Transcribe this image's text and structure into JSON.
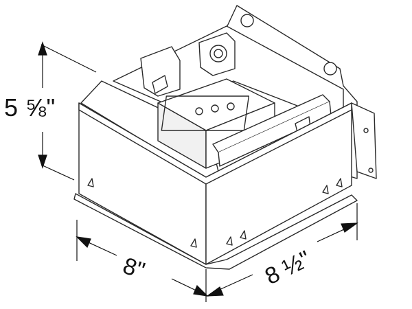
{
  "dimensions": {
    "height": "5 ⅝\"",
    "width": "8\"",
    "depth": "8 ½\""
  },
  "colors": {
    "line": "#2a2a2a",
    "fill": "#ffffff",
    "shade": "#f1f1f1"
  }
}
